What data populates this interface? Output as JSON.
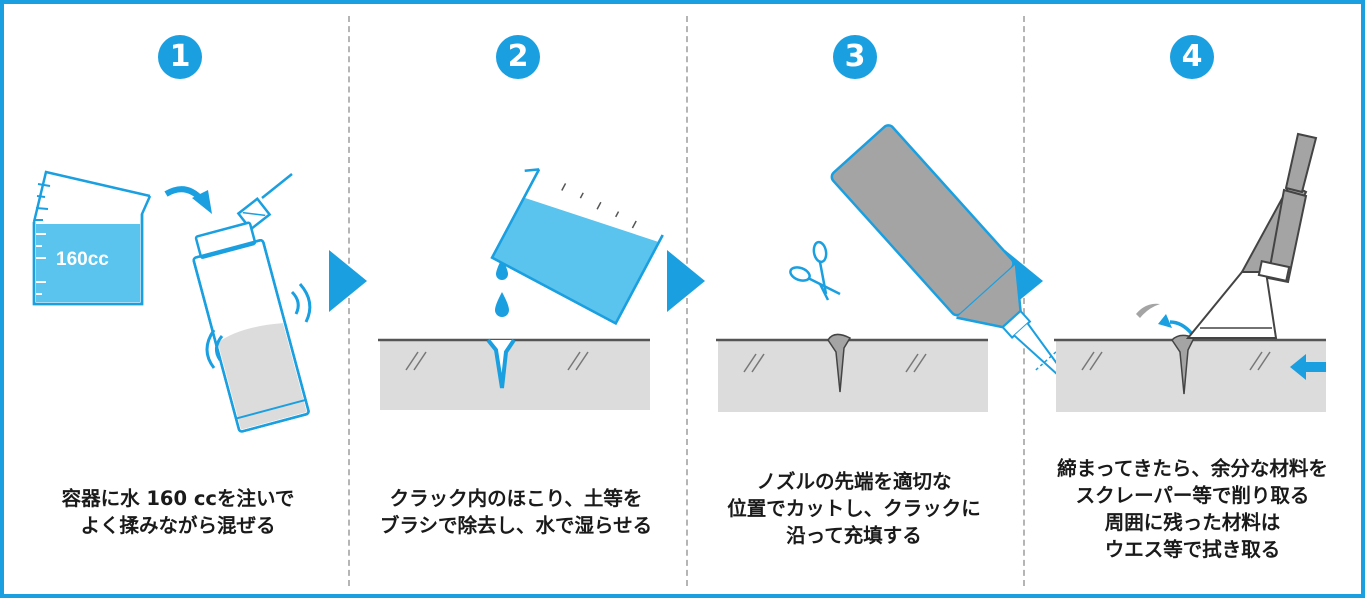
{
  "steps": [
    {
      "number": "1",
      "measure_label": "160cc",
      "caption": [
        "容器に水 160 ccを注いで",
        "よく揉みながら混ぜる"
      ]
    },
    {
      "number": "2",
      "caption": [
        "クラック内のほこり、土等を",
        "ブラシで除去し、水で湿らせる"
      ]
    },
    {
      "number": "3",
      "caption": [
        "ノズルの先端を適切な",
        "位置でカットし、クラックに",
        "沿って充填する"
      ]
    },
    {
      "number": "4",
      "caption": [
        "締まってきたら、余分な材料を",
        "スクレーパー等で削り取る",
        "周囲に残った材料は",
        "ウエス等で拭き取る"
      ]
    }
  ],
  "colors": {
    "accent": "#1a9fe0",
    "water": "#5ac3ee",
    "ground": "#dcdcdc",
    "grout": "#a4a4a4",
    "divider": "#b5b5b5"
  },
  "icons": [
    "beaker-icon",
    "arrow-curved-icon",
    "bottle-icon",
    "cap-icon",
    "drop-icon",
    "scissors-icon",
    "nozzle-bottle-icon",
    "scraper-icon",
    "arrow-left-icon"
  ]
}
